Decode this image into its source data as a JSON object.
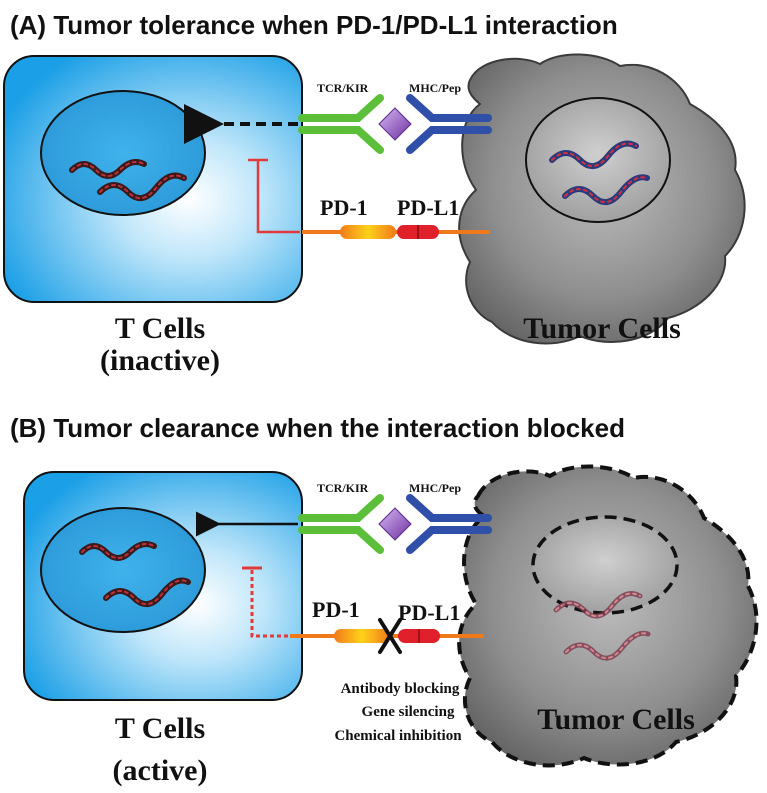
{
  "panel_a": {
    "title": "(A) Tumor tolerance when PD-1/PD-L1 interaction",
    "tcr_label": "TCR/KIR",
    "mhc_label": "MHC/Pep",
    "pd1_label": "PD-1",
    "pdl1_label": "PD-L1",
    "t_cell_label": "T Cells",
    "t_cell_state": "(inactive)",
    "tumor_label": "Tumor Cells"
  },
  "panel_b": {
    "title": "(B) Tumor clearance when the interaction blocked",
    "tcr_label": "TCR/KIR",
    "mhc_label": "MHC/Pep",
    "pd1_label": "PD-1",
    "pdl1_label": "PD-L1",
    "t_cell_label": "T Cells",
    "t_cell_state": "(active)",
    "tumor_label": "Tumor Cells",
    "blocking_methods": [
      "Antibody blocking",
      "Gene silencing",
      "Chemical inhibition"
    ]
  },
  "colors": {
    "t_cell_blue": "#1aa3e8",
    "tumor_gray": "#8c8c8c",
    "tcr_green": "#5cbf3a",
    "mhc_blue": "#2f4fa8",
    "pep_purple": "#8a4fc2",
    "pd1_orange": "#f07a1a",
    "pdl1_red": "#e0202a"
  }
}
